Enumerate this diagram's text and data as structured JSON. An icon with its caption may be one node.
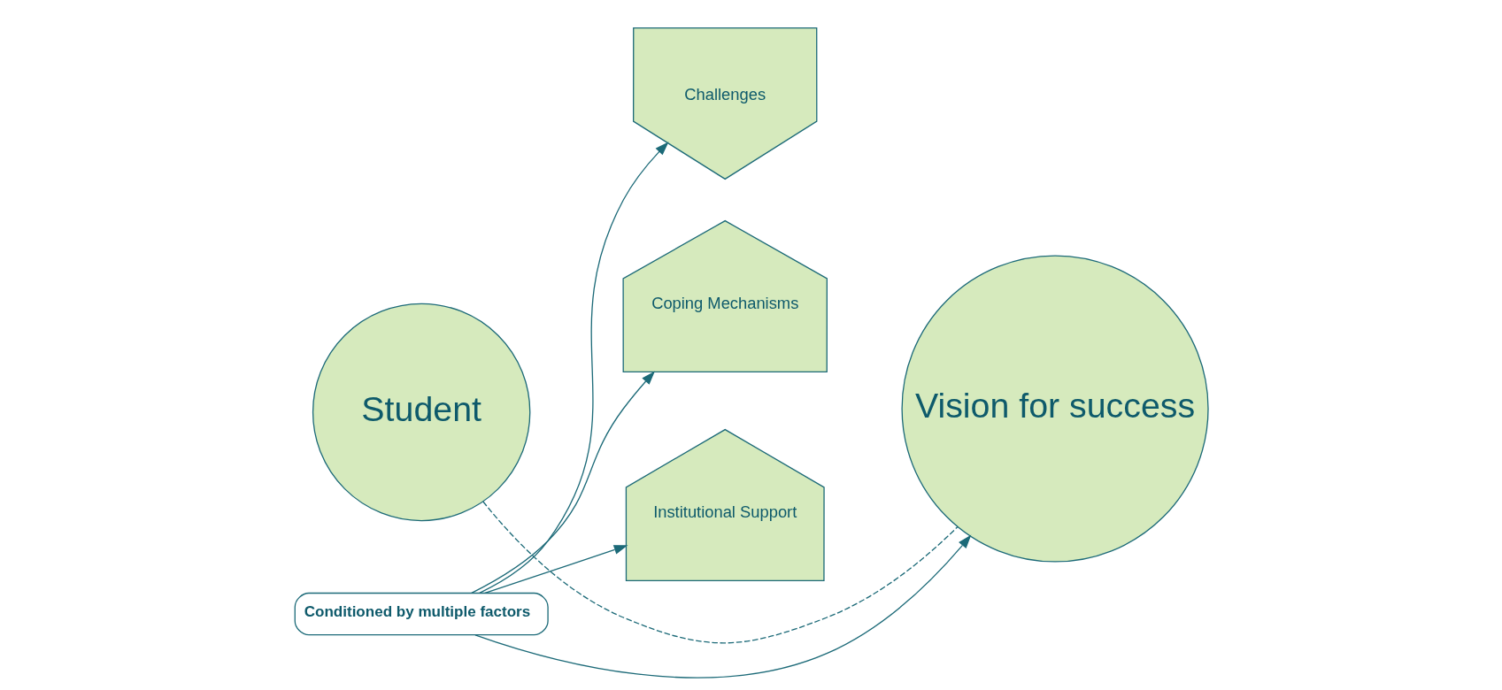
{
  "diagram": {
    "nodes": [
      {
        "text": [
          "Student"
        ]
      },
      {
        "text": [
          "Challenges"
        ]
      },
      {
        "text": [
          "Coping Mechanisms"
        ]
      },
      {
        "text": [
          "Institutional Support"
        ]
      },
      {
        "text": [
          "Vision for success"
        ]
      },
      {
        "text": [
          "Conditioned by multiple factors"
        ]
      }
    ],
    "edges": [
      {
        "from": 0,
        "to": 4,
        "arrow": "none",
        "style": "dashed"
      },
      {
        "from": 5,
        "to": 4,
        "arrow": "to"
      },
      {
        "from": 5,
        "to": 1,
        "arrow": "to"
      },
      {
        "from": 5,
        "to": 2,
        "arrow": "to"
      },
      {
        "from": 5,
        "to": 3,
        "arrow": "to"
      }
    ]
  }
}
